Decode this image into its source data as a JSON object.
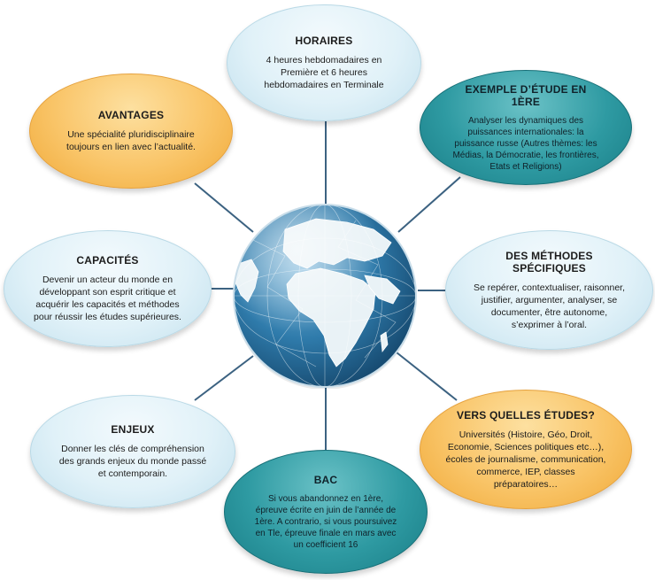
{
  "bubbles": {
    "horaires": {
      "title": "HORAIRES",
      "body": "4 heures hebdomadaires en Première et 6 heures hebdomadaires en Terminale"
    },
    "exemple": {
      "title": "EXEMPLE D’ÉTUDE EN 1ÈRE",
      "body": "Analyser les dynamiques des puissances internationales: la puissance russe (Autres thèmes: les Médias, la Démocratie, les frontières, Etats et Religions)"
    },
    "avantages": {
      "title": "AVANTAGES",
      "body": "Une spécialité pluridisciplinaire toujours en lien avec l’actualité."
    },
    "capacites": {
      "title": "CAPACITÉS",
      "body": "Devenir un acteur du monde en développant son esprit critique et acquérir les capacités et méthodes pour réussir les études supérieures."
    },
    "methodes": {
      "title": "DES MÉTHODES  SPÉCIFIQUES",
      "body": "Se repérer, contextualiser, raisonner, justifier, argumenter, analyser, se documenter, être autonome, s’exprimer à l’oral."
    },
    "enjeux": {
      "title": "ENJEUX",
      "body": "Donner les clés de compréhension des grands enjeux du monde passé et contemporain."
    },
    "vers": {
      "title": "VERS QUELLES ÉTUDES?",
      "body": "Universités (Histoire, Géo, Droit, Economie, Sciences politiques etc…), écoles de journalisme, communication, commerce, IEP, classes préparatoires…"
    },
    "bac": {
      "title": "BAC",
      "body": "Si vous abandonnez en 1ère, épreuve écrite en juin de l’année de 1ère. A contrario, si vous poursuivez en Tle, épreuve finale en mars avec un coefficient 16"
    }
  },
  "colors": {
    "connector": "#3c6281",
    "ocean": "#2f7bab",
    "land": "#e9f2f6"
  },
  "icons": {
    "center": "globe-icon"
  }
}
